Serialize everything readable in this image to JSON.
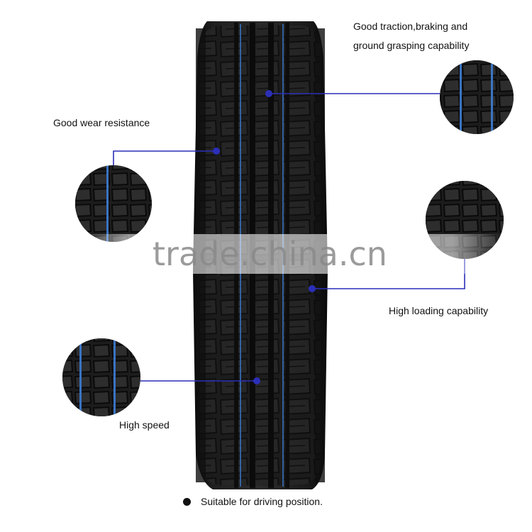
{
  "callouts": {
    "traction_line1": "Good traction,braking and",
    "traction_line2": "ground grasping capability",
    "wear": "Good wear resistance",
    "loading": "High loading capability",
    "speed": "High speed"
  },
  "footnote": "Suitable for driving position.",
  "watermark": "trade.china.cn",
  "colors": {
    "callout_line": "#2b2fb8",
    "tire_rubber": "#151515",
    "groove_accent": "#3a74c4",
    "background": "#ffffff"
  },
  "icons": {
    "callout_marker": "blue-dot-icon",
    "footnote_marker": "black-bullet-icon"
  }
}
